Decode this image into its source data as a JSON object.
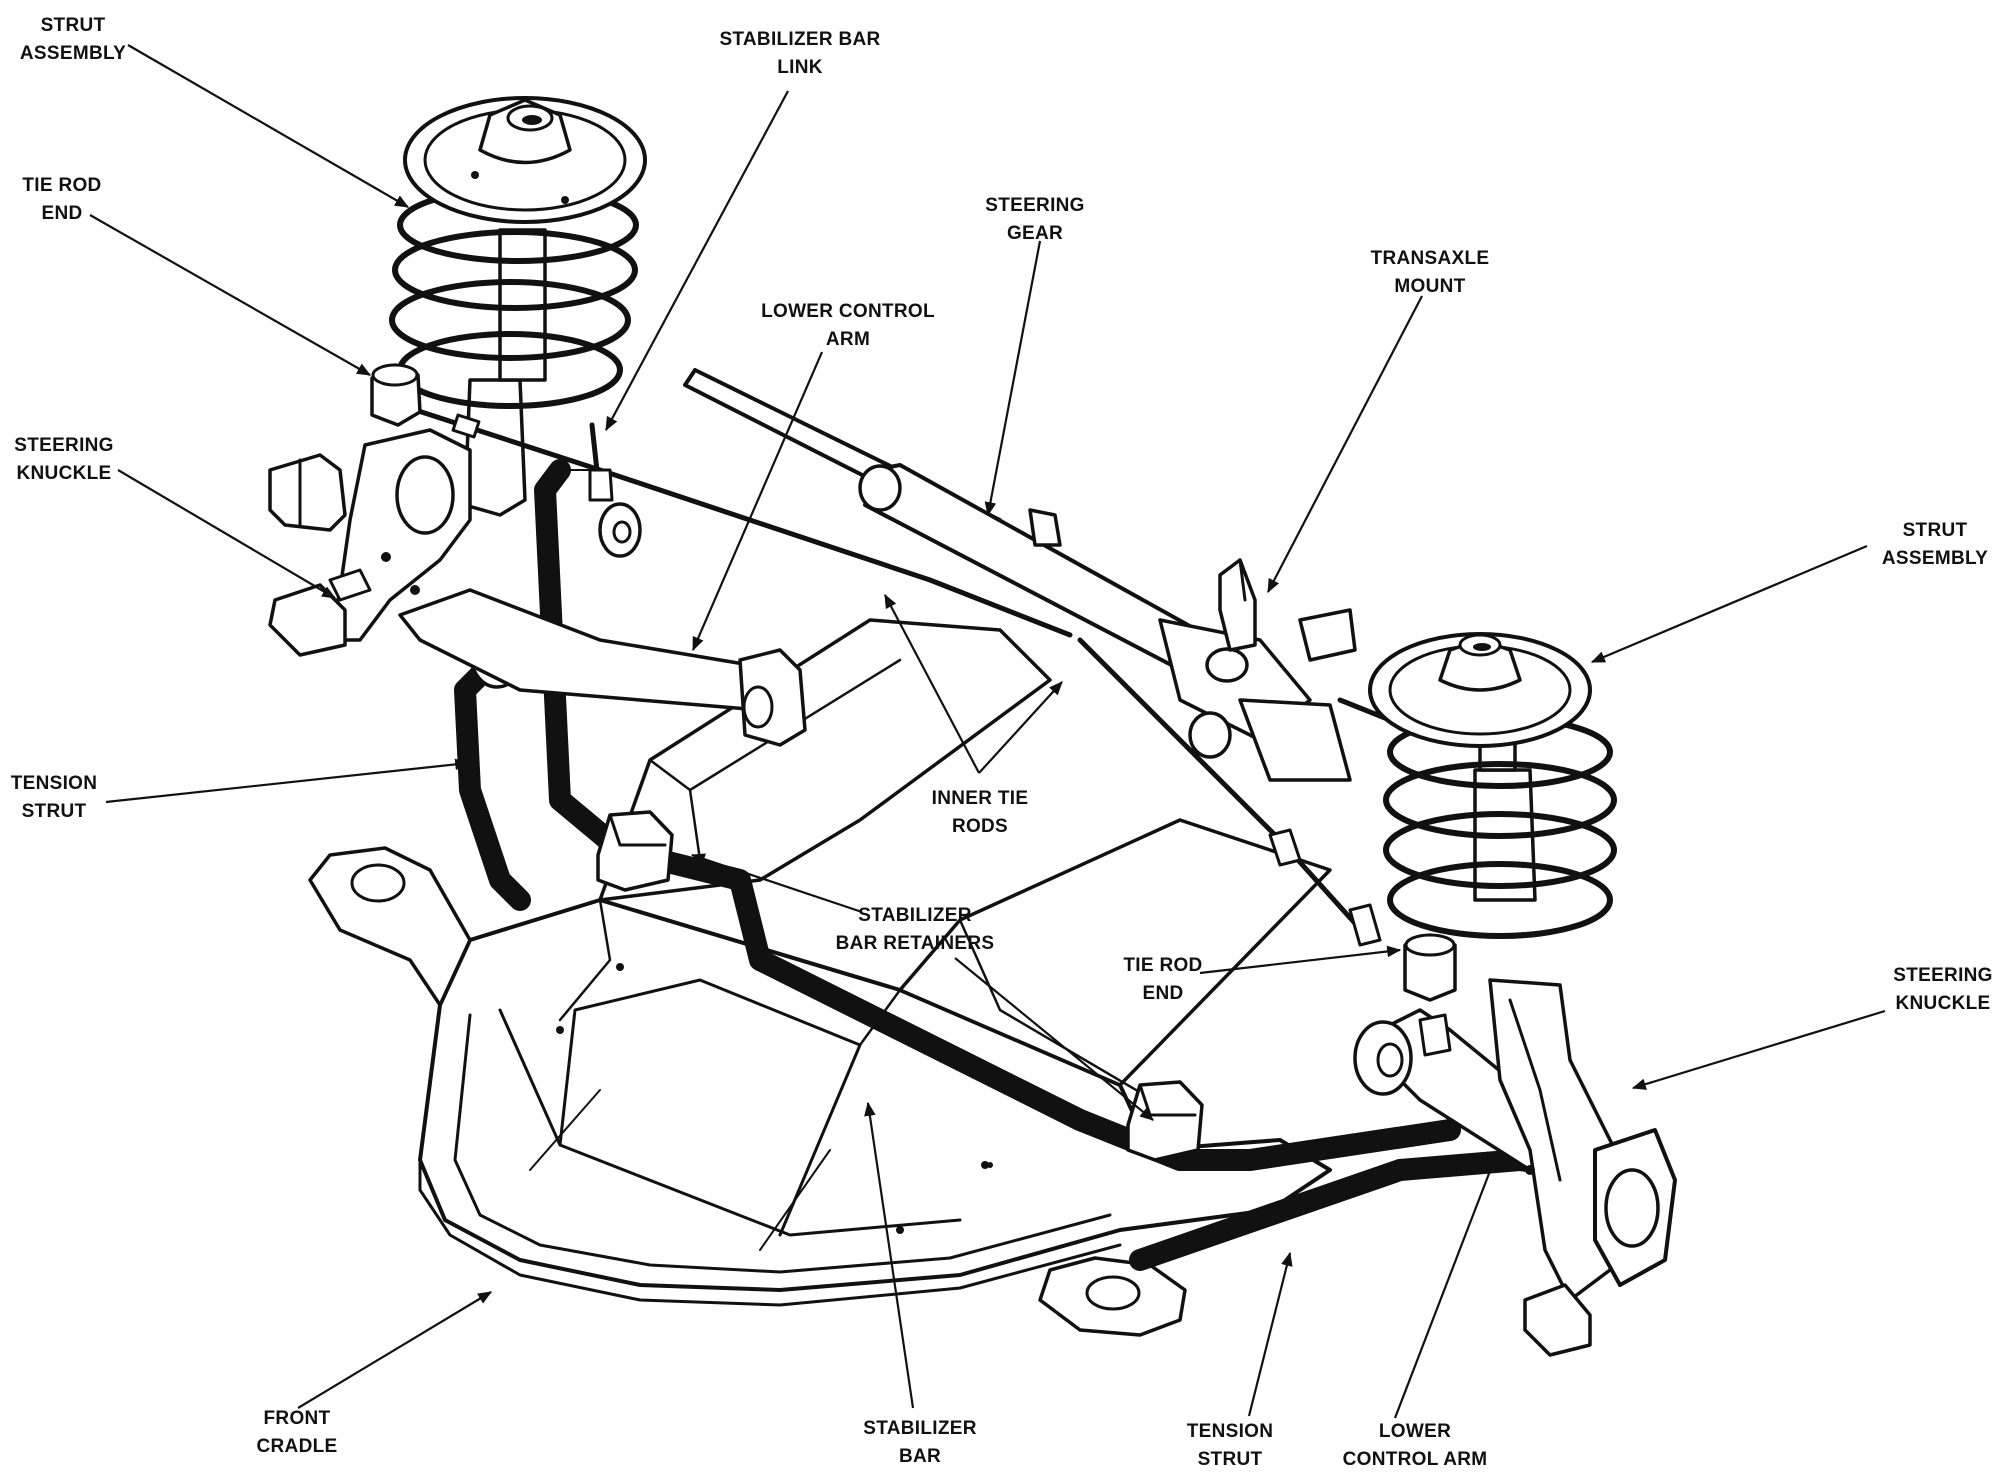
{
  "diagram": {
    "labels": {
      "strut_assembly_left": [
        "STRUT",
        "ASSEMBLY"
      ],
      "stabilizer_bar_link": [
        "STABILIZER BAR",
        "LINK"
      ],
      "steering_gear": [
        "STEERING",
        "GEAR"
      ],
      "transaxle_mount": [
        "TRANSAXLE",
        "MOUNT"
      ],
      "lower_control_arm_top": [
        "LOWER CONTROL",
        "ARM"
      ],
      "tie_rod_end_left": [
        "TIE ROD",
        "END"
      ],
      "steering_knuckle_left": [
        "STEERING",
        "KNUCKLE"
      ],
      "strut_assembly_right": [
        "STRUT",
        "ASSEMBLY"
      ],
      "tension_strut_left": [
        "TENSION",
        "STRUT"
      ],
      "inner_tie_rods": [
        "INNER TIE",
        "RODS"
      ],
      "stabilizer_bar_retainers": [
        "STABILIZER",
        "BAR RETAINERS"
      ],
      "tie_rod_end_right": [
        "TIE ROD",
        "END"
      ],
      "steering_knuckle_right": [
        "STEERING",
        "KNUCKLE"
      ],
      "front_cradle": [
        "FRONT",
        "CRADLE"
      ],
      "stabilizer_bar": [
        "STABILIZER",
        "BAR"
      ],
      "tension_strut_bottom": [
        "TENSION",
        "STRUT"
      ],
      "lower_control_arm_bottom": [
        "LOWER",
        "CONTROL ARM"
      ]
    },
    "colors": {
      "ink": "#111111",
      "background": "#ffffff"
    }
  }
}
